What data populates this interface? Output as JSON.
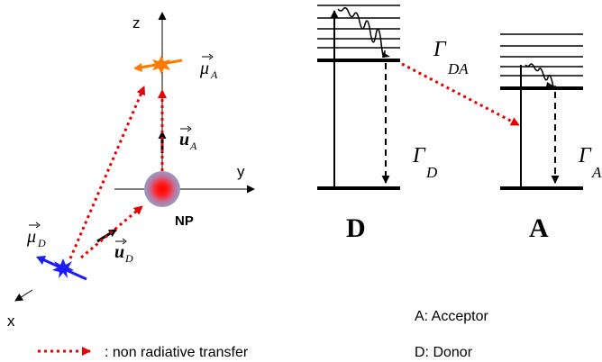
{
  "axes": {
    "z": "z",
    "y": "y",
    "x": "x"
  },
  "symbols": {
    "mu_A": {
      "base": "μ",
      "sub": "A"
    },
    "mu_D": {
      "base": "μ",
      "sub": "D"
    },
    "u_A": {
      "base": "u",
      "sub": "A"
    },
    "u_D": {
      "base": "u",
      "sub": "D"
    },
    "np": "NP"
  },
  "energy": {
    "gamma_DA": {
      "base": "Γ",
      "sub": "DA"
    },
    "gamma_D": {
      "base": "Γ",
      "sub": "D"
    },
    "gamma_A": {
      "base": "Γ",
      "sub": "A"
    },
    "donor_label": "D",
    "acceptor_label": "A"
  },
  "legend": {
    "transfer": ": non radiative  transfer",
    "acceptor": "A: Acceptor",
    "donor": "D: Donor"
  },
  "colors": {
    "transfer_red": "#e60000",
    "acceptor_orange": "#ff7a00",
    "donor_blue": "#1b1bff",
    "np_red": "#ff0000",
    "np_gray": "#8fa0c6"
  }
}
